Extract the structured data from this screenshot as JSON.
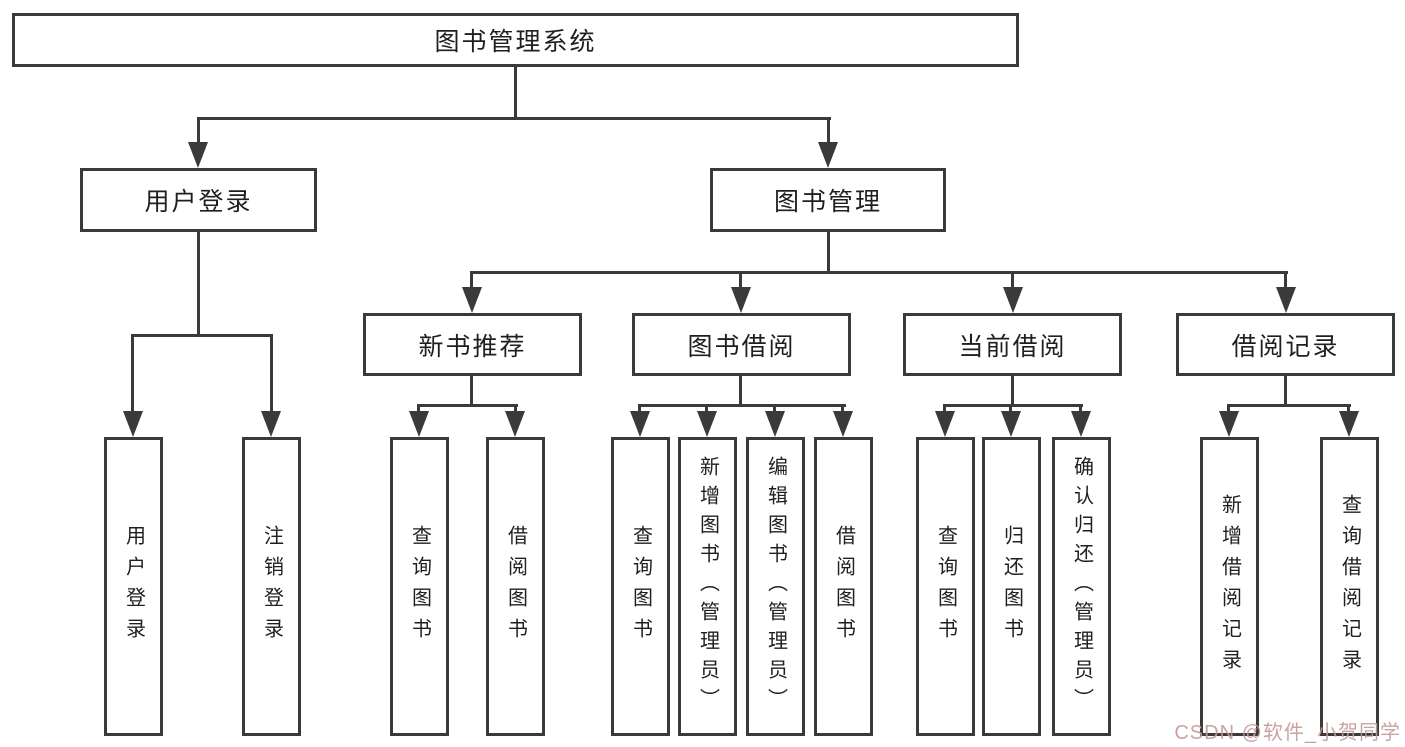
{
  "diagram": {
    "root": {
      "label": "图书管理系统"
    },
    "level2": {
      "user_login": {
        "label": "用户登录"
      },
      "book_mgmt": {
        "label": "图书管理"
      }
    },
    "level3": {
      "new_book": {
        "label": "新书推荐"
      },
      "borrow": {
        "label": "图书借阅"
      },
      "current": {
        "label": "当前借阅"
      },
      "record": {
        "label": "借阅记录"
      }
    },
    "leaves": {
      "ul_login": {
        "label": "用户登录"
      },
      "ul_logout": {
        "label": "注销登录"
      },
      "nb_query": {
        "label": "查询图书"
      },
      "nb_borrow": {
        "label": "借阅图书"
      },
      "bw_query": {
        "label": "查询图书"
      },
      "bw_add": {
        "label": "新增图书（管理员）"
      },
      "bw_edit": {
        "label": "编辑图书（管理员）"
      },
      "bw_borrow": {
        "label": "借阅图书"
      },
      "cu_query": {
        "label": "查询图书"
      },
      "cu_return": {
        "label": "归还图书"
      },
      "cu_confirm": {
        "label": "确认归还（管理员）"
      },
      "rc_add": {
        "label": "新增借阅记录"
      },
      "rc_query": {
        "label": "查询借阅记录"
      }
    }
  },
  "watermark": {
    "text": "CSDN @软件_小贺同学",
    "color": "#c49a9a"
  },
  "colors": {
    "line": "#3a3a3a",
    "background": "#ffffff",
    "text": "#1f1f1f"
  }
}
